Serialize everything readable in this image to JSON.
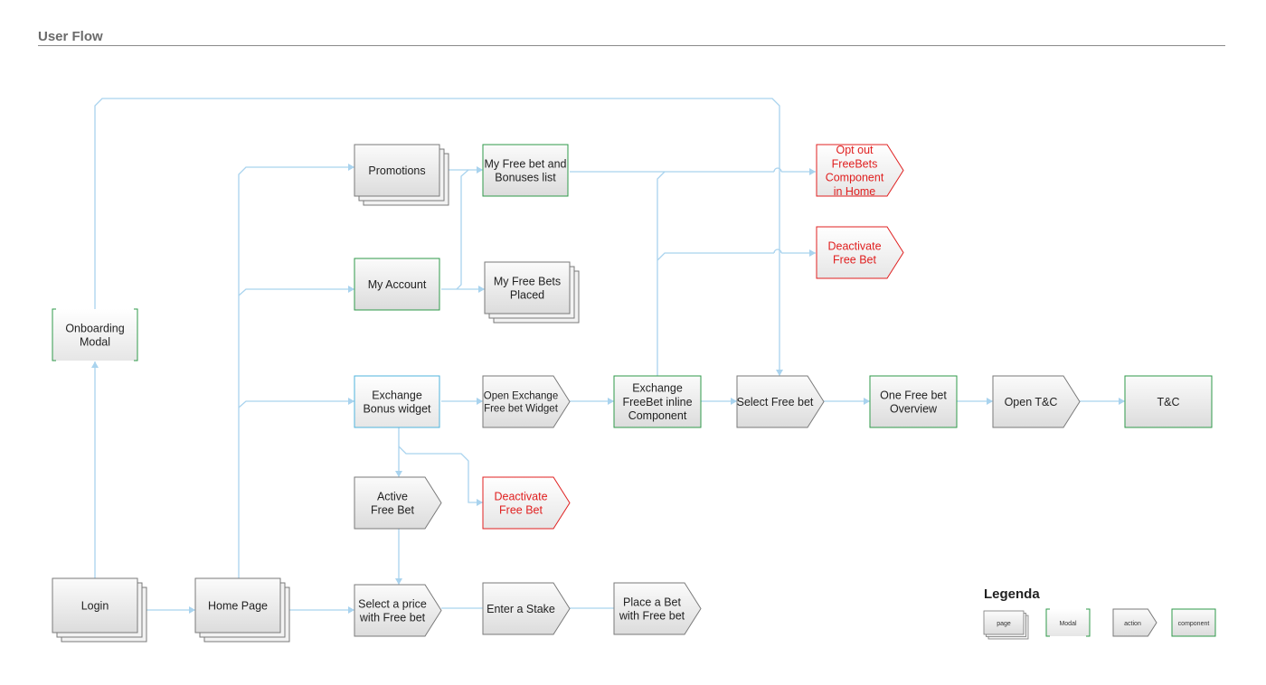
{
  "header": {
    "title": "User Flow"
  },
  "colors": {
    "connector": "#a9d3ee",
    "page_stroke": "#7a7a7a",
    "component_stroke": "#2f9a4a",
    "widget_stroke": "#4fb3dc",
    "alert_stroke": "#e02020",
    "alert_text": "#e02020",
    "text": "#222222"
  },
  "nodes": {
    "login": {
      "lines": [
        "Login"
      ],
      "kind": "page"
    },
    "home_page": {
      "lines": [
        "Home Page"
      ],
      "kind": "page"
    },
    "onboarding": {
      "lines": [
        "Onboarding",
        "Modal"
      ],
      "kind": "modal"
    },
    "promotions": {
      "lines": [
        "Promotions"
      ],
      "kind": "page"
    },
    "my_account": {
      "lines": [
        "My Account"
      ],
      "kind": "component"
    },
    "exchange_bonus_widget": {
      "lines": [
        "Exchange",
        "Bonus widget"
      ],
      "kind": "widget"
    },
    "my_free_bet_list": {
      "lines": [
        "My Free bet and",
        "Bonuses  list"
      ],
      "kind": "component"
    },
    "my_free_bets_placed": {
      "lines": [
        "My Free Bets",
        "Placed"
      ],
      "kind": "page"
    },
    "open_exchange_widget": {
      "lines": [
        "Open Exchange",
        "Free bet Widget"
      ],
      "kind": "action"
    },
    "exchange_freebet_inline": {
      "lines": [
        "Exchange",
        "FreeBet inline",
        "Component"
      ],
      "kind": "component"
    },
    "select_free_bet": {
      "lines": [
        "Select Free bet"
      ],
      "kind": "action"
    },
    "one_free_bet_overview": {
      "lines": [
        "One Free bet",
        "Overview"
      ],
      "kind": "component"
    },
    "open_tc": {
      "lines": [
        "Open T&C"
      ],
      "kind": "action"
    },
    "tc": {
      "lines": [
        "T&C"
      ],
      "kind": "component"
    },
    "opt_out": {
      "lines": [
        "Opt out",
        "FreeBets",
        "Component",
        "in Home"
      ],
      "kind": "alert"
    },
    "deactivate_top": {
      "lines": [
        "Deactivate",
        "Free Bet"
      ],
      "kind": "alert"
    },
    "active_free_bet": {
      "lines": [
        "Active",
        "Free Bet"
      ],
      "kind": "action"
    },
    "deactivate_bottom": {
      "lines": [
        "Deactivate",
        "Free Bet"
      ],
      "kind": "alert"
    },
    "select_price": {
      "lines": [
        "Select a price",
        "with Free bet"
      ],
      "kind": "action"
    },
    "enter_stake": {
      "lines": [
        "Enter a Stake"
      ],
      "kind": "action"
    },
    "place_bet": {
      "lines": [
        "Place a Bet",
        "with Free bet"
      ],
      "kind": "action"
    }
  },
  "legend": {
    "title": "Legenda",
    "items": [
      {
        "label": "page",
        "kind": "page"
      },
      {
        "label": "Modal",
        "kind": "modal"
      },
      {
        "label": "action",
        "kind": "action"
      },
      {
        "label": "component",
        "kind": "component"
      }
    ]
  }
}
